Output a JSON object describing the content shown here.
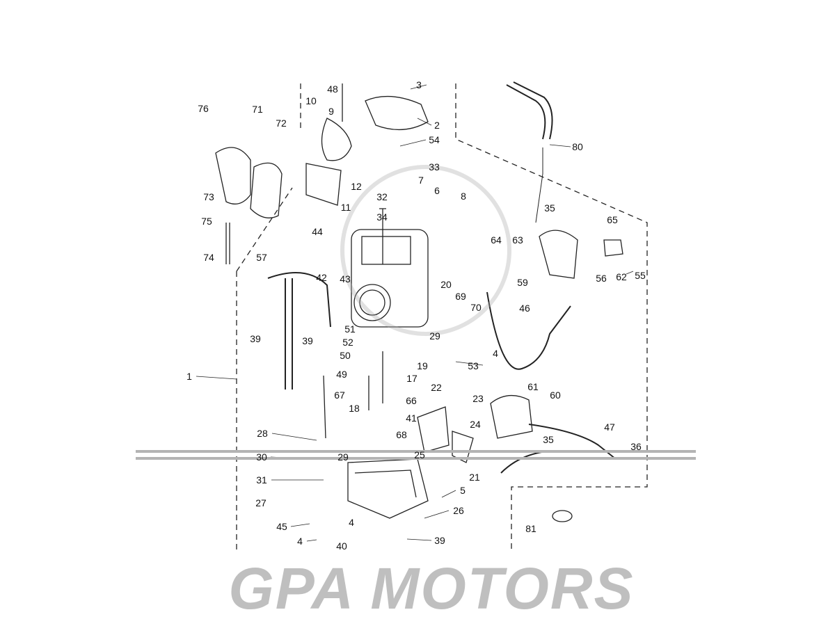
{
  "watermark": {
    "logo_text": "GPA MOTORS"
  },
  "part_labels": [
    "48",
    "3",
    "10",
    "9",
    "2",
    "76",
    "71",
    "72",
    "80",
    "54",
    "33",
    "7",
    "6",
    "8",
    "12",
    "73",
    "32",
    "11",
    "75",
    "35",
    "34",
    "65",
    "44",
    "64",
    "63",
    "74",
    "57",
    "42",
    "43",
    "20",
    "56",
    "62",
    "55",
    "59",
    "69",
    "70",
    "46",
    "51",
    "52",
    "39",
    "39",
    "29",
    "4",
    "50",
    "19",
    "53",
    "49",
    "17",
    "1",
    "67",
    "18",
    "66",
    "22",
    "23",
    "61",
    "60",
    "24",
    "41",
    "28",
    "68",
    "35",
    "47",
    "36",
    "30",
    "29",
    "25",
    "21",
    "31",
    "27",
    "5",
    "26",
    "45",
    "4",
    "4",
    "40",
    "39",
    "81"
  ],
  "colors": {
    "line": "#222222",
    "watermark": "#aaaaaa"
  }
}
